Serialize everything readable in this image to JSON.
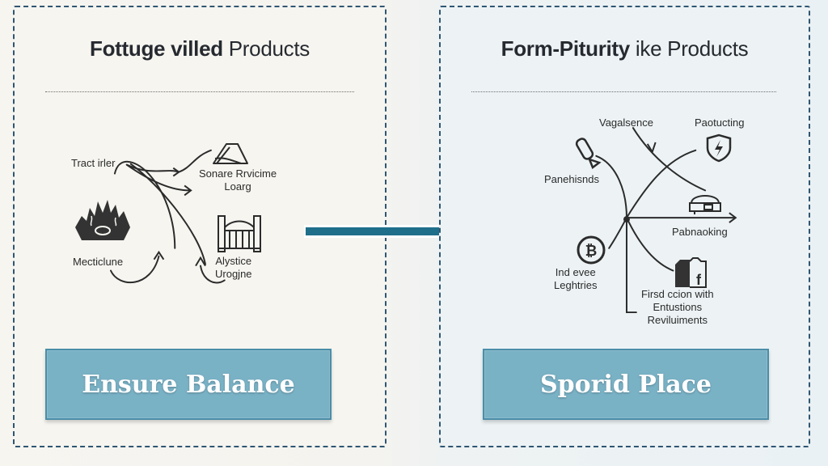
{
  "left_panel": {
    "title_bold": "Fottuge villed",
    "title_light": "Products",
    "nodes": {
      "tract": "Tract irler",
      "service_line1": "Sonare Rrvicime",
      "service_line2": "Loarg",
      "mecticlune": "Mecticlune",
      "alystice_line1": "Alystice",
      "alystice_line2": "Urogjne"
    },
    "button_label": "Ensure Balance"
  },
  "right_panel": {
    "title_bold": "Form-Piturity",
    "title_light": "ike Products",
    "nodes": {
      "vagalsence": "Vagalsence",
      "paotucting": "Paotucting",
      "panehisnds": "Panehisnds",
      "pabnaoking": "Pabnaoking",
      "indevee_line1": "Ind evee",
      "indevee_line2": "Leghtries",
      "first_line1": "Firsd ccion with",
      "first_line2": "Entustions",
      "first_line3": "Reviluiments"
    },
    "button_label": "Sporid Place"
  },
  "colors": {
    "accent_arrow": "#1f6f8b",
    "button_fill": "#79b1c5",
    "panel_border": "#2f5672"
  }
}
